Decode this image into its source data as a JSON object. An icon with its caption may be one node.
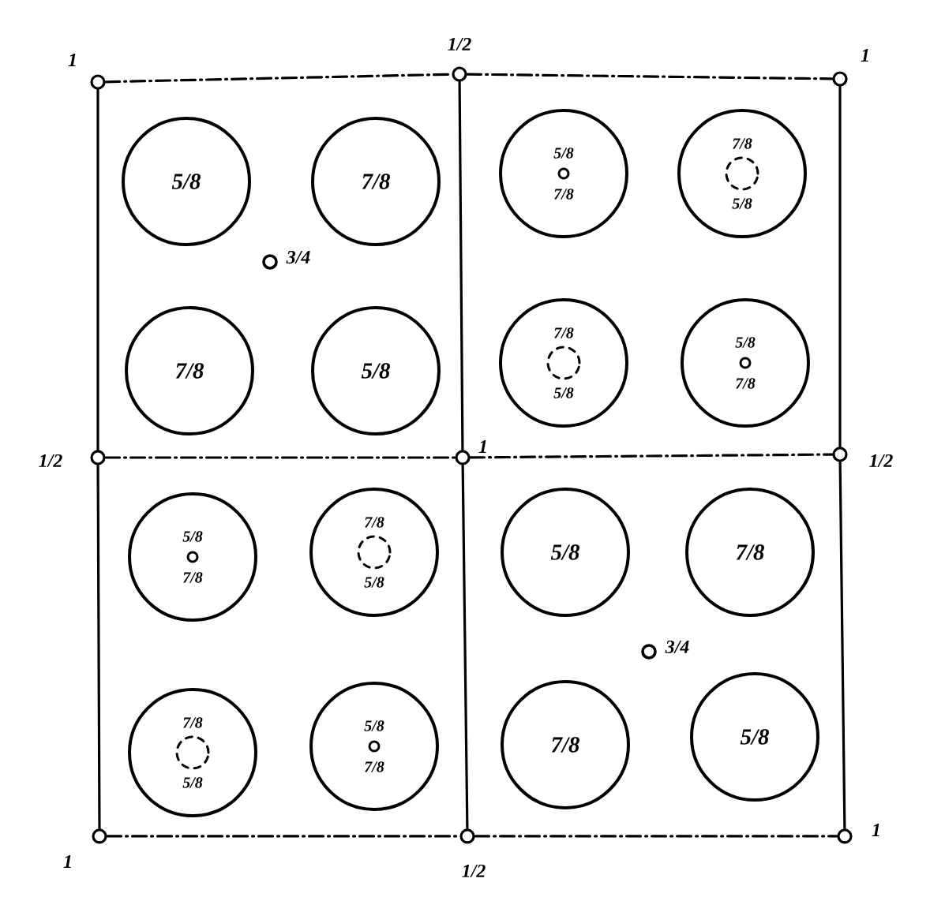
{
  "diagram": {
    "nodes": [
      {
        "text": [],
        "shape": "circle",
        "beside": [
          "1"
        ]
      },
      {
        "text": [],
        "shape": "circle",
        "beside": [
          "1/2"
        ]
      },
      {
        "text": [],
        "shape": "circle",
        "beside": [
          "1"
        ]
      },
      {
        "text": [],
        "shape": "circle",
        "beside": [
          "1/2"
        ]
      },
      {
        "text": [],
        "shape": "circle",
        "beside": [
          "1"
        ]
      },
      {
        "text": [],
        "shape": "circle",
        "beside": [
          "1/2"
        ]
      },
      {
        "text": [],
        "shape": "circle",
        "beside": [
          "1"
        ]
      },
      {
        "text": [],
        "shape": "circle",
        "beside": [
          "1/2"
        ]
      },
      {
        "text": [],
        "shape": "circle",
        "beside": [
          "1"
        ]
      },
      {
        "text": [
          "5/8"
        ]
      },
      {
        "text": [
          "7/8"
        ]
      },
      {
        "text": [
          "5/8",
          "7/8"
        ]
      },
      {
        "text": [
          "7/8",
          "5/8"
        ]
      },
      {
        "text": [
          "7/8"
        ]
      },
      {
        "text": [
          "5/8"
        ]
      },
      {
        "text": [
          "7/8",
          "5/8"
        ]
      },
      {
        "text": [
          "5/8",
          "7/8"
        ]
      },
      {
        "text": [
          "5/8",
          "7/8"
        ]
      },
      {
        "text": [
          "7/8",
          "5/8"
        ]
      },
      {
        "text": [
          "5/8"
        ]
      },
      {
        "text": [
          "7/8"
        ]
      },
      {
        "text": [
          "7/8",
          "5/8"
        ]
      },
      {
        "text": [
          "5/8",
          "7/8"
        ]
      },
      {
        "text": [
          "7/8"
        ]
      },
      {
        "text": [
          "5/8"
        ]
      }
    ],
    "edges": [
      {
        "from": 0,
        "to": 1,
        "arrow": "none",
        "style": "dashed"
      },
      {
        "from": 1,
        "to": 2,
        "arrow": "none",
        "style": "dashed"
      },
      {
        "from": 0,
        "to": 3,
        "arrow": "none"
      },
      {
        "from": 1,
        "to": 4,
        "arrow": "none"
      },
      {
        "from": 2,
        "to": 5,
        "arrow": "none"
      },
      {
        "from": 3,
        "to": 4,
        "arrow": "none",
        "style": "dashed"
      },
      {
        "from": 4,
        "to": 5,
        "arrow": "none",
        "style": "dashed"
      },
      {
        "from": 3,
        "to": 6,
        "arrow": "none"
      },
      {
        "from": 4,
        "to": 7,
        "arrow": "none"
      },
      {
        "from": 5,
        "to": 8,
        "arrow": "none"
      },
      {
        "from": 6,
        "to": 7,
        "arrow": "none",
        "style": "dashed"
      },
      {
        "from": 7,
        "to": 8,
        "arrow": "none",
        "style": "dashed"
      }
    ],
    "labels": [
      "3/4",
      "3/4"
    ]
  }
}
